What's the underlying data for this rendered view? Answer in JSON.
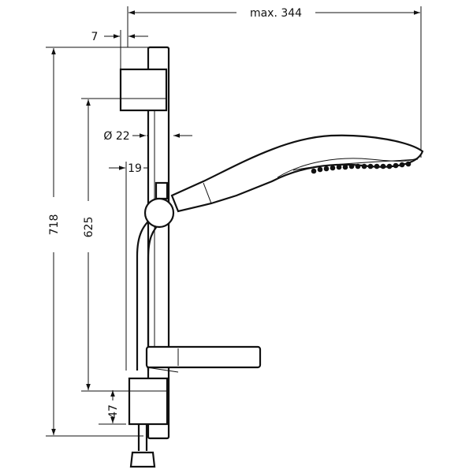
{
  "drawing": {
    "dimensions": {
      "overall_reach": "max. 344",
      "wall_offset": "7",
      "bar_diameter": "Ø 22",
      "slider_offset": "19",
      "total_height": "718",
      "bracket_spacing": "625",
      "bottom_offset": "47"
    }
  }
}
